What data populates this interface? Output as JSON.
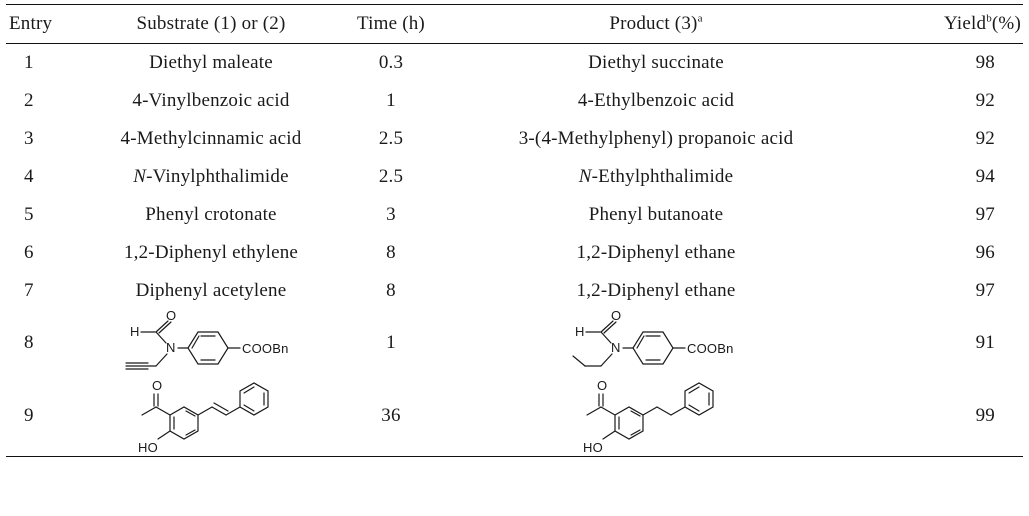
{
  "table": {
    "headers": {
      "entry": "Entry",
      "substrate": "Substrate (1) or (2)",
      "time": "Time (h)",
      "product": "Product (3)",
      "product_note": "a",
      "yield_prefix": "Yield",
      "yield_note": "b",
      "yield_suffix": "(%)"
    },
    "rows": [
      {
        "entry": "1",
        "substrate": "Diethyl maleate",
        "time": "0.3",
        "product": "Diethyl succinate",
        "yield": "98"
      },
      {
        "entry": "2",
        "substrate": "4-Vinylbenzoic acid",
        "time": "1",
        "product": "4-Ethylbenzoic acid",
        "yield": "92"
      },
      {
        "entry": "3",
        "substrate": "4-Methylcinnamic acid",
        "time": "2.5",
        "product": "3-(4-Methylphenyl) propanoic acid",
        "yield": "92"
      },
      {
        "entry": "4",
        "substrate_italic": "N",
        "substrate": "-Vinylphthalimide",
        "time": "2.5",
        "product_italic": "N",
        "product": "-Ethylphthalimide",
        "yield": "94"
      },
      {
        "entry": "5",
        "substrate": "Phenyl crotonate",
        "time": "3",
        "product": "Phenyl butanoate",
        "yield": "97"
      },
      {
        "entry": "6",
        "substrate": "1,2-Diphenyl ethylene",
        "time": "8",
        "product": "1,2-Diphenyl ethane",
        "yield": "96"
      },
      {
        "entry": "7",
        "substrate": "Diphenyl acetylene",
        "time": "8",
        "product": "1,2-Diphenyl ethane",
        "yield": "97"
      },
      {
        "entry": "8",
        "time": "1",
        "yield": "91"
      },
      {
        "entry": "9",
        "time": "36",
        "yield": "99"
      }
    ],
    "structures": {
      "h_label": "H",
      "o_label": "O",
      "n_label": "N",
      "ester_label": "COOBn",
      "ho_label": "HO"
    }
  }
}
